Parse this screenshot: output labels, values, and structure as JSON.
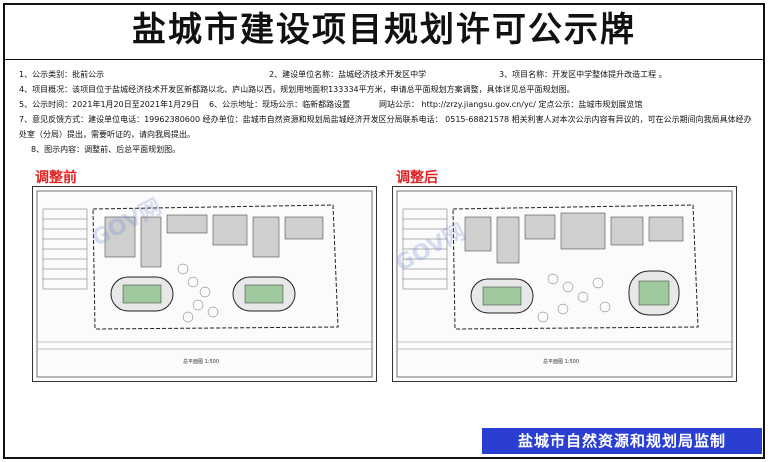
{
  "title": "盐城市建设项目规划许可公示牌",
  "info": {
    "r1": {
      "a": "1、公示类别：批前公示",
      "b": "2、建设单位名称：盐城经济技术开发区中学",
      "c": "3、项目名称：开发区中学整体提升改造工程 。"
    },
    "r2": "4、项目概况：该项目位于盐城经济技术开发区新都路以北、庐山路以西，规划用地面积133334平方米，申请总平面规划方案调整，具体详见总平面规划图。",
    "r3": {
      "a": "5、公示时间：2021年1月20日至2021年1月29日",
      "b": "6、公示地址：现场公示：临新都路设置",
      "c": "网站公示：  http://zrzy.jiangsu.gov.cn/yc/ 定点公示：盐城市规划展览馆"
    },
    "r4": "7、意见反馈方式：建设单位电话：19962380600  经办单位：盐城市自然资源和规划局盐城经济开发区分局联系电话：  0515-68821578   相关利害人对本次公示内容有异议的，可在公示期间向我局具体经办处室（分局）提出，需要听证的，请向我局提出。",
    "r4b": "8、图示内容：调整前、后总平面规划图。"
  },
  "labels": {
    "before": "调整前",
    "after": "调整后"
  },
  "plans": {
    "caption": "总平面图 1:500"
  },
  "watermark": "GOV网",
  "supervise": "盐城市自然资源和规划局监制",
  "colors": {
    "label_red": "#e02323",
    "footer_blue": "#2a3fd1"
  }
}
